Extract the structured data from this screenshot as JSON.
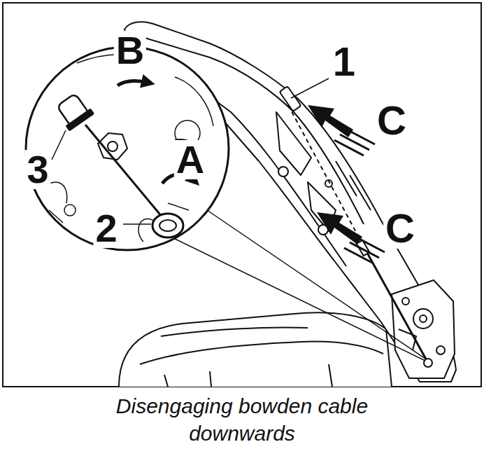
{
  "diagram": {
    "caption": "Disengaging bowden cable downwards",
    "labels": [
      "1",
      "B",
      "3",
      "A",
      "2",
      "C",
      "C"
    ]
  }
}
